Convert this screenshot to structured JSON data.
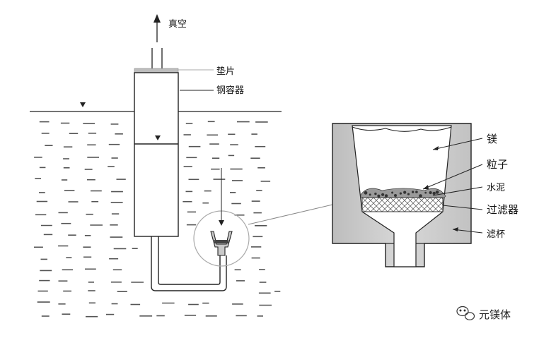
{
  "labels": {
    "vacuum": "真空",
    "gasket": "垫片",
    "steel_container": "钢容器",
    "magnesium": "镁",
    "particles": "粒子",
    "cement": "水泥",
    "filter": "过滤器",
    "filter_cup": "滤杯"
  },
  "watermark": "元镁体",
  "colors": {
    "line": "#222222",
    "liquid_dash": "#555555",
    "cup_fill": "#c9c9c9",
    "cup_shadow": "#b5b5b5",
    "magnifier": "#aaaaaa"
  },
  "icons": {
    "watermark": "wechat-icon"
  }
}
